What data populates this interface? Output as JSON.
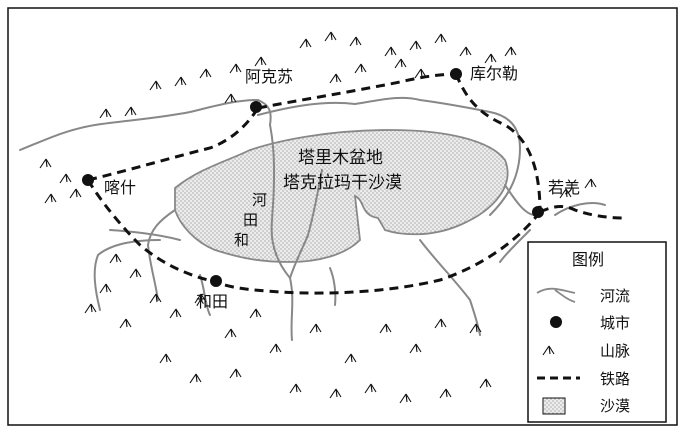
{
  "basin": {
    "line1": "塔里木盆地",
    "line2": "塔克拉玛干沙漠"
  },
  "river_label": [
    "河",
    "田",
    "和"
  ],
  "cities": {
    "aksu": "阿克苏",
    "korla": "库尔勒",
    "kashgar": "喀什",
    "hotan": "和田",
    "ruoqiang": "若羌"
  },
  "legend": {
    "title": "图例",
    "items": {
      "river": "河流",
      "city": "城市",
      "mountain": "山脉",
      "railway": "铁路",
      "desert": "沙漠"
    }
  },
  "colors": {
    "river": "#888888",
    "railway": "#111111",
    "ink": "#111111",
    "desert_fill": "#e6e6e6"
  },
  "icons": [
    "city-dot-icon",
    "mountain-icon",
    "river-line-icon",
    "railway-line-icon",
    "desert-swatch-icon"
  ]
}
